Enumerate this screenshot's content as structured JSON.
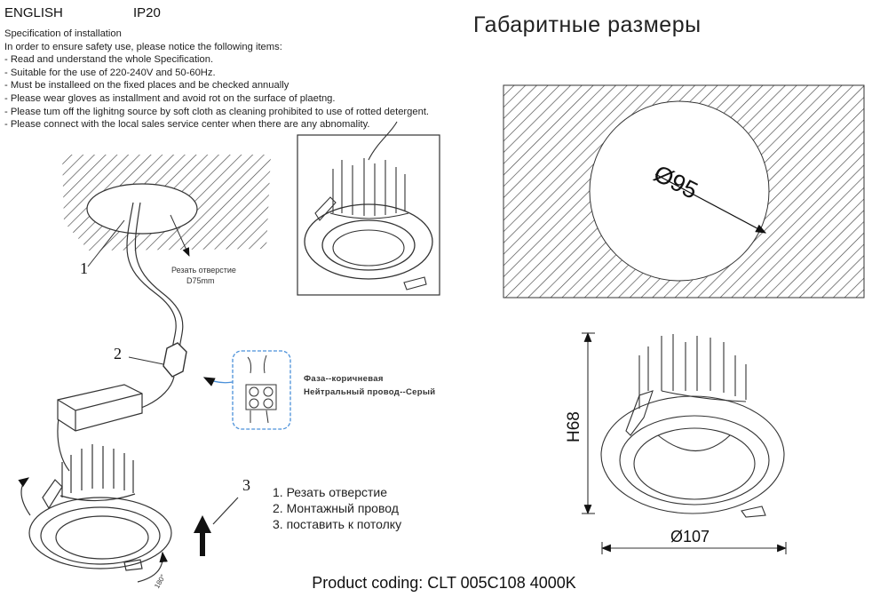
{
  "header": {
    "language": "ENGLISH",
    "ip_rating": "IP20"
  },
  "specification": {
    "lines": [
      "Specification of installation",
      "In order to ensure safety use, please notice the following items:",
      "- Read and understand the whole Specification.",
      "- Suitable for the use of 220-240V and 50-60Hz.",
      "- Must be installeed on the fixed places and be checked annually",
      "- Please wear gloves as installment and avoid rot on the surface of plaetng.",
      "- Please tum off the lighitng source by soft cloth as cleaning prohibited to use of rotted detergent.",
      "- Please connect with the local sales service center when there are any abnomality."
    ]
  },
  "dimensions": {
    "title": "Габаритные размеры",
    "cutout_diameter": "Ø95",
    "height": "H68",
    "diameter": "Ø107"
  },
  "installation": {
    "callouts": [
      "1",
      "2",
      "3"
    ],
    "cutout_label": "Резать отверстие",
    "cutout_size": "D75mm",
    "wiring": {
      "phase": "Фаза--коричневая",
      "neutral": "Нейтральный провод--Серый"
    },
    "rotation_angle": "180°",
    "steps": [
      "1.  Резать отверстие",
      "2.  Монтажный провод",
      "3.  поставить к потолку"
    ]
  },
  "product_coding": "Product coding: CLT 005C108 4000K",
  "colors": {
    "line": "#222222",
    "connector_outline": "#4a90d9"
  }
}
